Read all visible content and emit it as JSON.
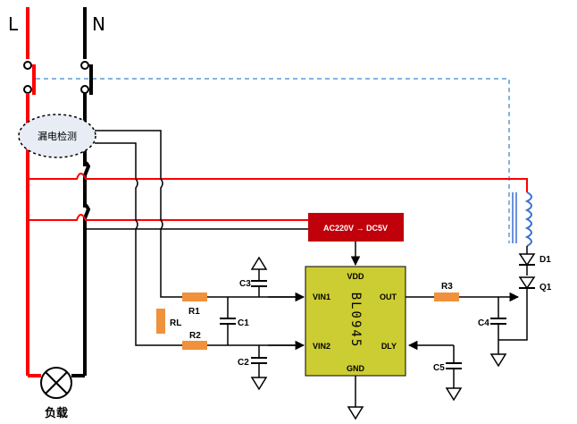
{
  "labels": {
    "line_L": "L",
    "line_N": "N",
    "leak_detect": "漏电检测",
    "load": "负载",
    "converter": "AC220V → DC5V",
    "chip_name": "BL0945",
    "pin_vdd": "VDD",
    "pin_vin1": "VIN1",
    "pin_vin2": "VIN2",
    "pin_gnd": "GND",
    "pin_out": "OUT",
    "pin_dly": "DLY",
    "r1": "R1",
    "r2": "R2",
    "r3": "R3",
    "rl": "RL",
    "c1": "C1",
    "c2": "C2",
    "c3": "C3",
    "c4": "C4",
    "c5": "C5",
    "d1": "D1",
    "q1": "Q1"
  },
  "colors": {
    "live_wire": "#ff0000",
    "neutral_wire": "#000000",
    "resistor": "#f0913b",
    "chip_fill": "#cccc33",
    "converter_fill": "#c0000a",
    "mechanical_link": "#5a9bd5",
    "coil": "#3a6fd0",
    "detector_fill": "#e8ecf5"
  }
}
